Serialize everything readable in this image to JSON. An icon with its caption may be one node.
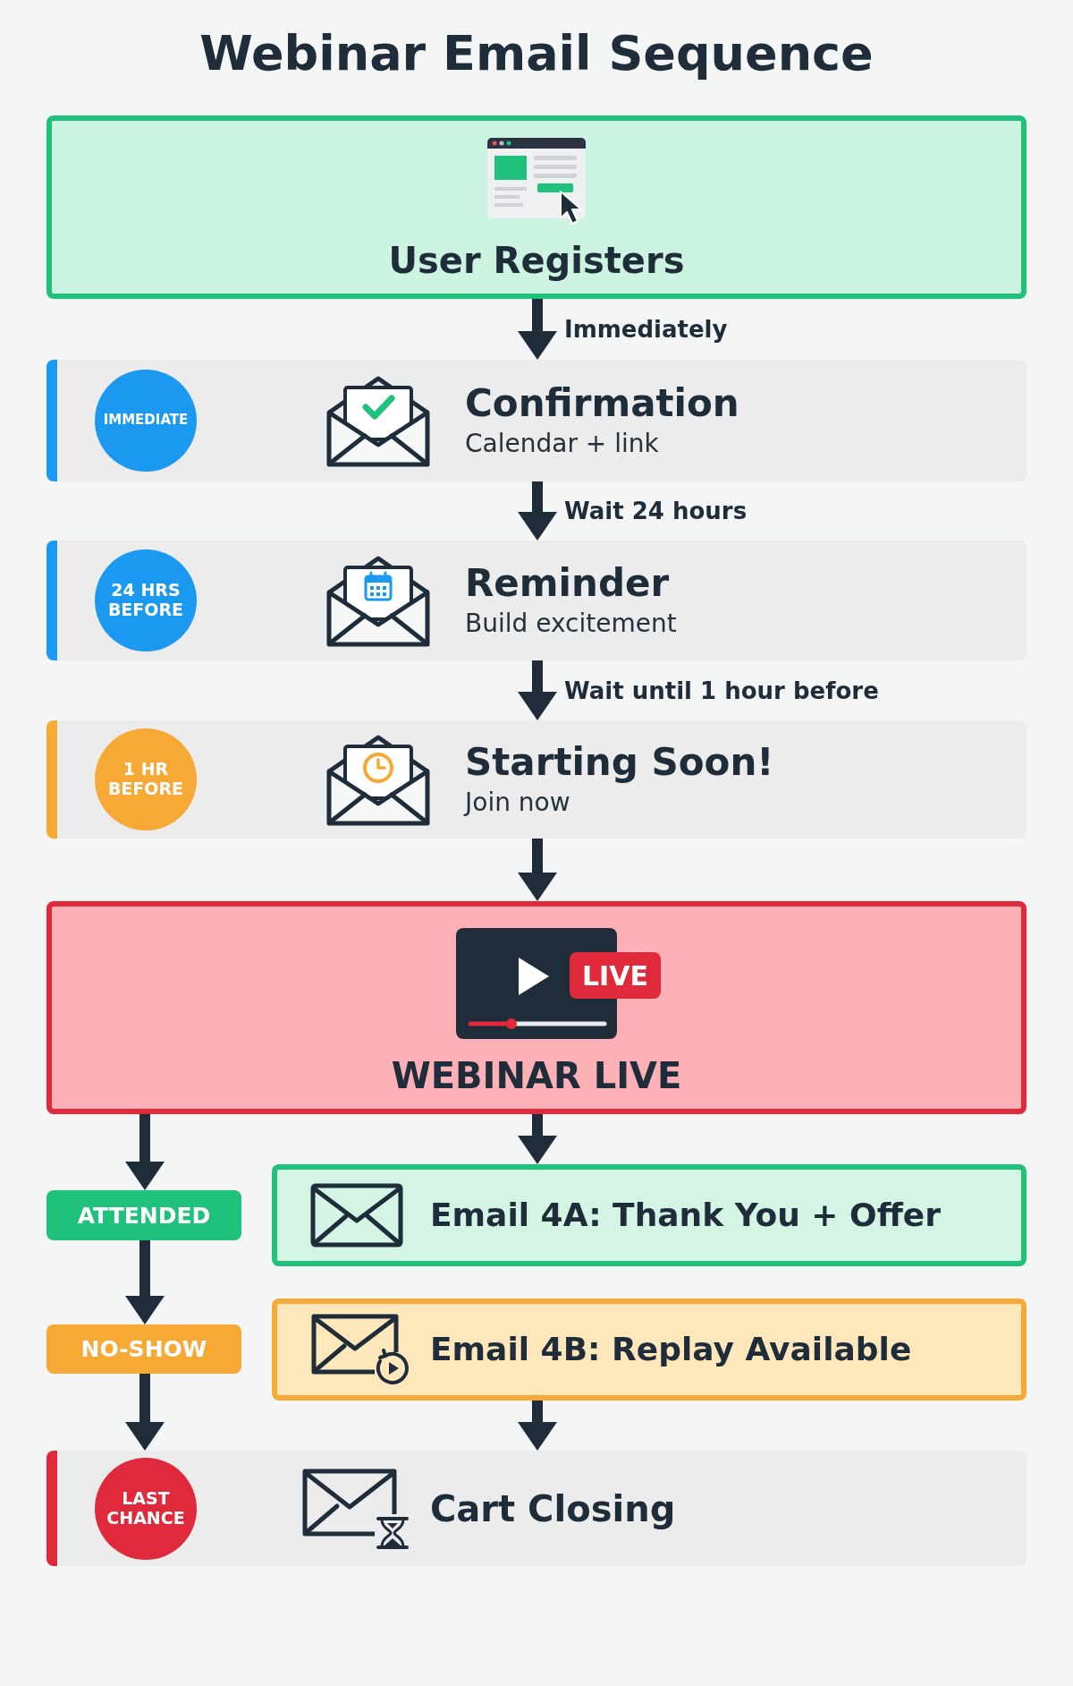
{
  "diagram": {
    "title": "Webinar Email Sequence",
    "nodes": [
      {
        "text": [
          "User Registers"
        ]
      },
      {
        "text": [
          "Confirmation",
          "Calendar + link"
        ]
      },
      {
        "text": [
          "IMMEDIATE"
        ],
        "in": 1
      },
      {
        "text": [
          "Reminder",
          "Build excitement"
        ]
      },
      {
        "text": [
          "24 HRS BEFORE"
        ],
        "in": 3
      },
      {
        "text": [
          "Starting Soon!",
          "Join now"
        ]
      },
      {
        "text": [
          "1 HR BEFORE"
        ],
        "in": 5
      },
      {
        "text": [
          "WEBINAR LIVE"
        ]
      },
      {
        "text": [
          "LIVE"
        ],
        "in": 7
      },
      {
        "text": [
          "ATTENDED"
        ]
      },
      {
        "text": [
          "Email 4A: Thank You + Offer"
        ]
      },
      {
        "text": [
          "NO-SHOW"
        ]
      },
      {
        "text": [
          "Email 4B: Replay Available"
        ]
      },
      {
        "text": [
          "Cart Closing"
        ]
      },
      {
        "text": [
          "LAST CHANCE"
        ],
        "in": 13
      }
    ],
    "edges": [
      {
        "from": 0,
        "to": 1,
        "arrow": "to",
        "label": "Immediately"
      },
      {
        "from": 1,
        "to": 3,
        "arrow": "to",
        "label": "Wait 24 hours"
      },
      {
        "from": 3,
        "to": 5,
        "arrow": "to",
        "label": "Wait until 1 hour before"
      },
      {
        "from": 5,
        "to": 7,
        "arrow": "to"
      },
      {
        "from": 7,
        "to": 9,
        "arrow": "to"
      },
      {
        "from": 7,
        "to": 10,
        "arrow": "to"
      },
      {
        "from": 9,
        "to": 11,
        "arrow": "to"
      },
      {
        "from": 11,
        "to": 13,
        "arrow": "to"
      },
      {
        "from": 12,
        "to": 13,
        "arrow": "to"
      }
    ]
  }
}
